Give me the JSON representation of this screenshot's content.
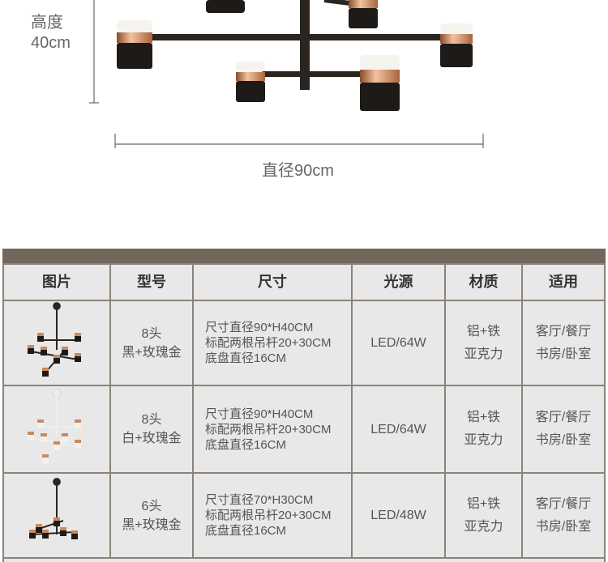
{
  "dimensions": {
    "height_label": "高度",
    "height_value": "40cm",
    "diameter_label": "直径90cm"
  },
  "table": {
    "headers": [
      "图片",
      "型号",
      "尺寸",
      "光源",
      "材质",
      "适用"
    ],
    "rows": [
      {
        "image": "black-8-head-chandelier",
        "model": [
          "8头",
          "黑+玫瑰金"
        ],
        "size": [
          "尺寸直径90*H40CM",
          "标配两根吊杆20+30CM",
          "底盘直径16CM"
        ],
        "light": "LED/64W",
        "material": [
          "铝+铁",
          "亚克力"
        ],
        "usage": [
          "客厅/餐厅",
          "书房/卧室"
        ]
      },
      {
        "image": "white-8-head-chandelier",
        "model": [
          "8头",
          "白+玫瑰金"
        ],
        "size": [
          "尺寸直径90*H40CM",
          "标配两根吊杆20+30CM",
          "底盘直径16CM"
        ],
        "light": "LED/64W",
        "material": [
          "铝+铁",
          "亚克力"
        ],
        "usage": [
          "客厅/餐厅",
          "书房/卧室"
        ]
      },
      {
        "image": "black-6-head-chandelier",
        "model": [
          "6头",
          "黑+玫瑰金"
        ],
        "size": [
          "尺寸直径70*H30CM",
          "标配两根吊杆20+30CM",
          "底盘直径16CM"
        ],
        "light": "LED/48W",
        "material": [
          "铝+铁",
          "亚克力"
        ],
        "usage": [
          "客厅/餐厅",
          "书房/卧室"
        ]
      }
    ]
  },
  "colors": {
    "header_bar": "#72675a",
    "cell_bg": "#e8e8e8",
    "copper": "#c98a5e"
  }
}
